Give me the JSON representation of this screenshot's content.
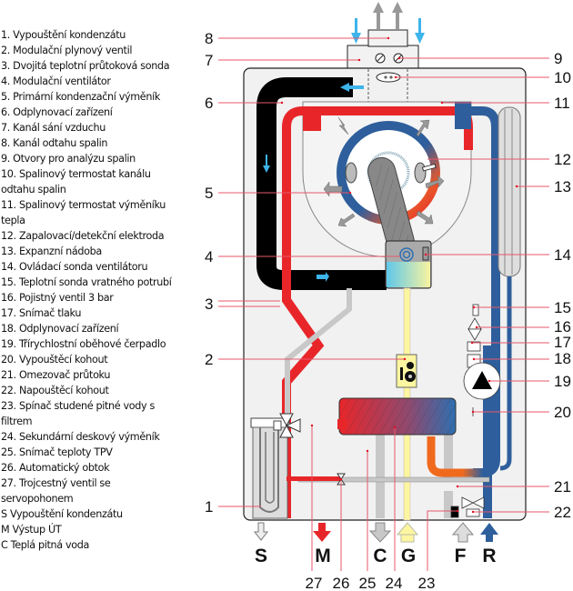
{
  "legend": [
    {
      "num": "1",
      "text": "1. Vypouštění kondenzátu"
    },
    {
      "num": "2",
      "text": "2. Modulační plynový ventil"
    },
    {
      "num": "3",
      "text": "3. Dvojitá teplotní průtoková sonda"
    },
    {
      "num": "4",
      "text": "4. Modulační ventilátor"
    },
    {
      "num": "5",
      "text": "5. Primární kondenzační výměník"
    },
    {
      "num": "6",
      "text": "6. Odplynovací zařízení"
    },
    {
      "num": "7",
      "text": "7. Kanál sání vzduchu"
    },
    {
      "num": "8",
      "text": "8. Kanál odtahu spalin"
    },
    {
      "num": "9",
      "text": "9. Otvory pro analýzu spalin"
    },
    {
      "num": "10",
      "text": "10. Spalinový termostat kanálu odtahu spalin"
    },
    {
      "num": "11",
      "text": "11. Spalinový termostat výměníku tepla"
    },
    {
      "num": "12",
      "text": "12. Zapalovací/detekční elektroda"
    },
    {
      "num": "13",
      "text": "13. Expanzní nádoba"
    },
    {
      "num": "14",
      "text": "14. Ovládací sonda ventilátoru"
    },
    {
      "num": "15",
      "text": "15. Teplotní sonda vratného potrubí"
    },
    {
      "num": "16",
      "text": "16. Pojistný ventil 3 bar"
    },
    {
      "num": "17",
      "text": "17. Snímač tlaku"
    },
    {
      "num": "18",
      "text": "18. Odplynovací zařízení"
    },
    {
      "num": "19",
      "text": "19. Třírychlostní oběhové čerpadlo"
    },
    {
      "num": "20",
      "text": "20. Vypouštěcí kohout"
    },
    {
      "num": "21",
      "text": "21. Omezovač průtoku"
    },
    {
      "num": "22",
      "text": "22. Napouštěcí kohout"
    },
    {
      "num": "23",
      "text": "23. Spínač studené pitné vody s filtrem"
    },
    {
      "num": "24",
      "text": "24. Sekundární deskový výměník"
    },
    {
      "num": "25",
      "text": "25. Snímač teploty TPV"
    },
    {
      "num": "26",
      "text": "26. Automatický obtok"
    },
    {
      "num": "27",
      "text": "27. Trojcestný ventil se servopohonem"
    },
    {
      "num": "S",
      "text": "S Vypouštění kondenzátu"
    },
    {
      "num": "M",
      "text": "M Výstup ÚT"
    },
    {
      "num": "C",
      "text": "C Teplá pitná voda"
    }
  ],
  "callouts": {
    "left": [
      "8",
      "7",
      "6",
      "5",
      "4",
      "3",
      "2",
      "1"
    ],
    "right": [
      "9",
      "10",
      "11",
      "12",
      "13",
      "14",
      "15",
      "16",
      "17",
      "18",
      "19",
      "20",
      "21",
      "22"
    ],
    "bottom": [
      "27",
      "26",
      "25",
      "24",
      "23"
    ]
  },
  "connections": [
    "S",
    "M",
    "C",
    "G",
    "F",
    "R"
  ],
  "colors": {
    "hot_water": "#e8262a",
    "return_water": "#2e5f9c",
    "flue": "#000000",
    "air_arrow": "#3db4ea",
    "gas": "#fdf6a0",
    "cold_pipe": "#c8c8c8",
    "housing": "#f1f1f1",
    "leader_line": "#e8576a"
  }
}
